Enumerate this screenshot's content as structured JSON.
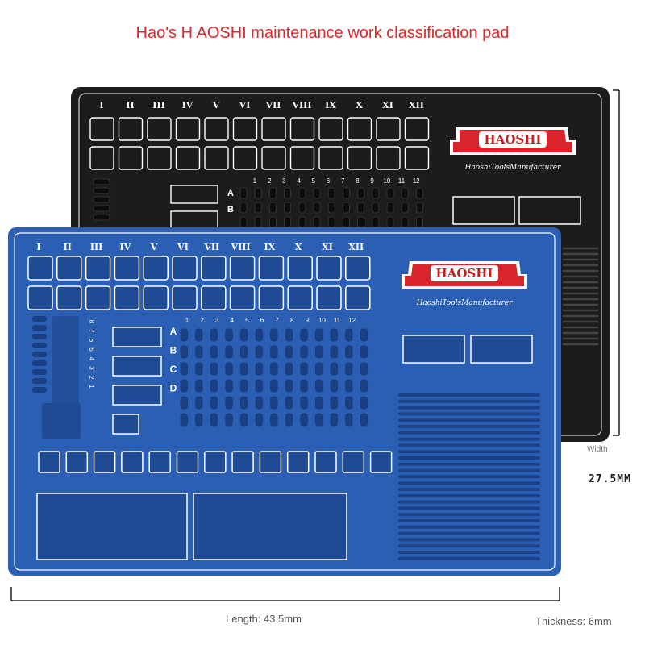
{
  "title": "Hao's H AOSHI maintenance work classification pad",
  "brand": {
    "logo_text": "HAOSHI",
    "tagline": "HaoshiToolsManufacturer"
  },
  "roman_numerals": [
    "I",
    "II",
    "III",
    "IV",
    "V",
    "VI",
    "VII",
    "VIII",
    "IX",
    "X",
    "XI",
    "XII"
  ],
  "column_numbers": [
    "1",
    "2",
    "3",
    "4",
    "5",
    "6",
    "7",
    "8",
    "9",
    "10",
    "11",
    "12"
  ],
  "row_letters": [
    "A",
    "B",
    "C",
    "D"
  ],
  "side_numbers": [
    "8",
    "7",
    "6",
    "5",
    "4",
    "3",
    "2",
    "1"
  ],
  "dimensions": {
    "width_label": "Width",
    "width_value": "27.5MM",
    "length_label": "Length: 43.5mm",
    "thickness_label": "Thickness: 6mm"
  },
  "colors": {
    "title": "#e0282a",
    "blue_mat": "#2b5fb3",
    "blue_mat_dark": "#1f4a94",
    "black_mat": "#1c1c1c",
    "logo_red": "#d8242a",
    "outline": "#ffffff"
  }
}
